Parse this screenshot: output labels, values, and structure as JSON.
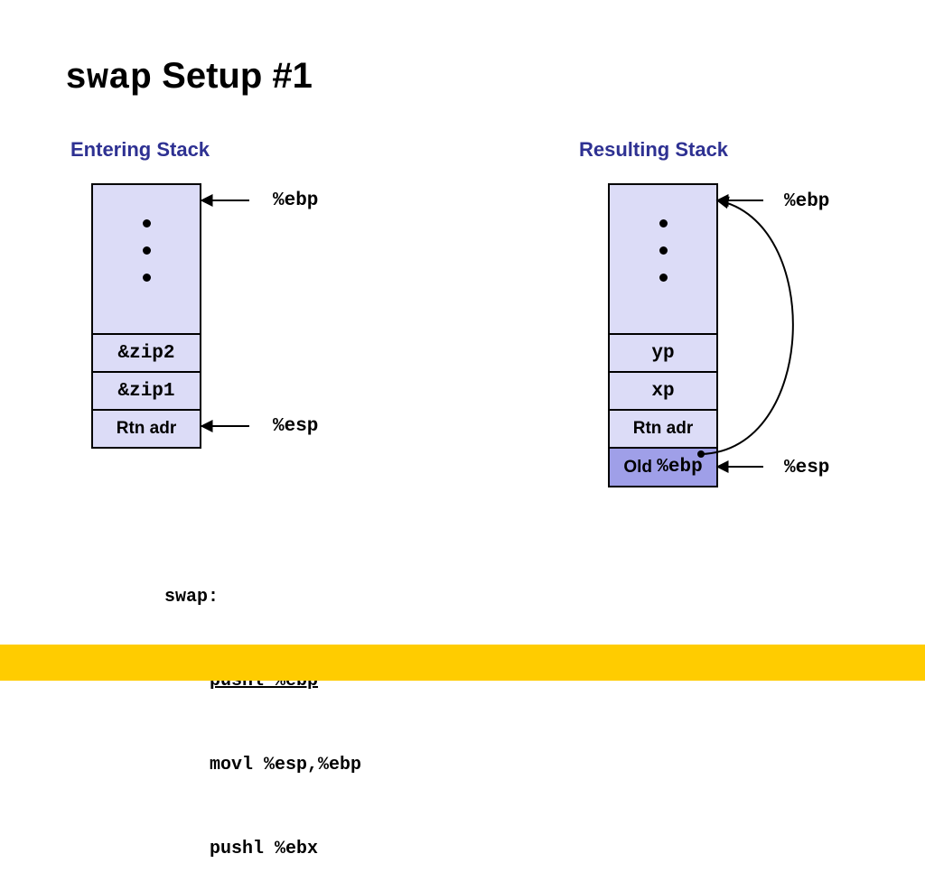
{
  "title": {
    "code": "swap",
    "text": "Setup #1"
  },
  "entering": {
    "heading": "Entering Stack",
    "cells": [
      "&zip2",
      "&zip1",
      "Rtn adr"
    ],
    "ebp_label": "%ebp",
    "esp_label": "%esp"
  },
  "resulting": {
    "heading": "Resulting Stack",
    "cells": [
      "yp",
      "xp",
      "Rtn adr"
    ],
    "old_prefix": "Old",
    "old_reg": "%ebp",
    "ebp_label": "%ebp",
    "esp_label": "%esp"
  },
  "code": {
    "label": "swap:",
    "lines": [
      "pushl %ebp",
      "movl %esp,%ebp",
      "pushl %ebx"
    ]
  },
  "colors": {
    "heading": "#2e3192",
    "stack_fill": "#dcdcf7",
    "highlight_fill": "#9f9fe8",
    "footer_bar": "#ffcc00"
  }
}
